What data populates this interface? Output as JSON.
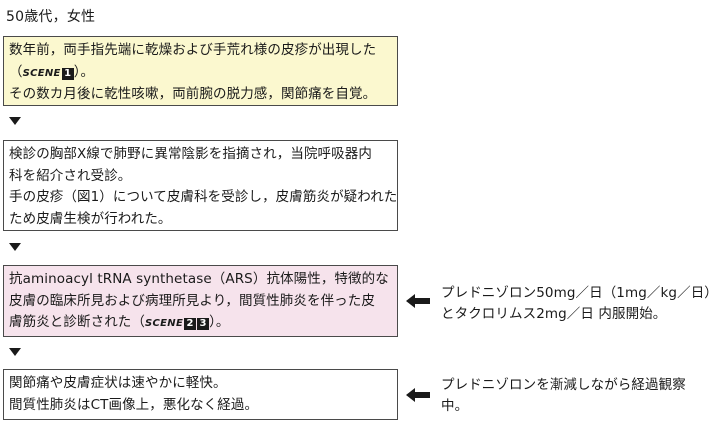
{
  "header": "50歳代，女性",
  "box1": {
    "line1": "数年前，両手指先端に乾燥および手荒れ様の皮疹が出現した",
    "line2_pre": "（",
    "scene_label": "SCENE",
    "scene_nums": [
      "1"
    ],
    "line2_post": "）。",
    "line3": "その数カ月後に乾性咳嗽，両前腕の脱力感，関節痛を自覚。"
  },
  "box2": {
    "line1": "検診の胸部X線で肺野に異常陰影を指摘され，当院呼吸器内",
    "line2": "科を紹介され受診。",
    "line3": "手の皮疹（図1）について皮膚科を受診し，皮膚筋炎が疑われた",
    "line4": "ため皮膚生検が行われた。"
  },
  "box3": {
    "line1": "抗aminoacyl tRNA synthetase（ARS）抗体陽性，特徴的な",
    "line2": "皮膚の臨床所見および病理所見より，間質性肺炎を伴った皮",
    "line3_pre": "膚筋炎と診断された（",
    "scene_label": "SCENE",
    "scene_nums": [
      "2",
      "3"
    ],
    "line3_post": "）。"
  },
  "box4": {
    "line1": "関節痛や皮膚症状は速やかに軽快。",
    "line2": "間質性肺炎はCT画像上，悪化なく経過。"
  },
  "note1": {
    "line1": "プレドニゾロン50mg／日（1mg／kg／日）",
    "line2": "とタクロリムス2mg／日 内服開始。"
  },
  "note2": {
    "line1": "プレドニゾロンを漸減しながら経過観察",
    "line2": "中。"
  },
  "colors": {
    "box1_bg": "#fbf8cf",
    "box3_bg": "#f6e3ec",
    "border": "#4a4a4a",
    "text": "#1a1a1a"
  }
}
